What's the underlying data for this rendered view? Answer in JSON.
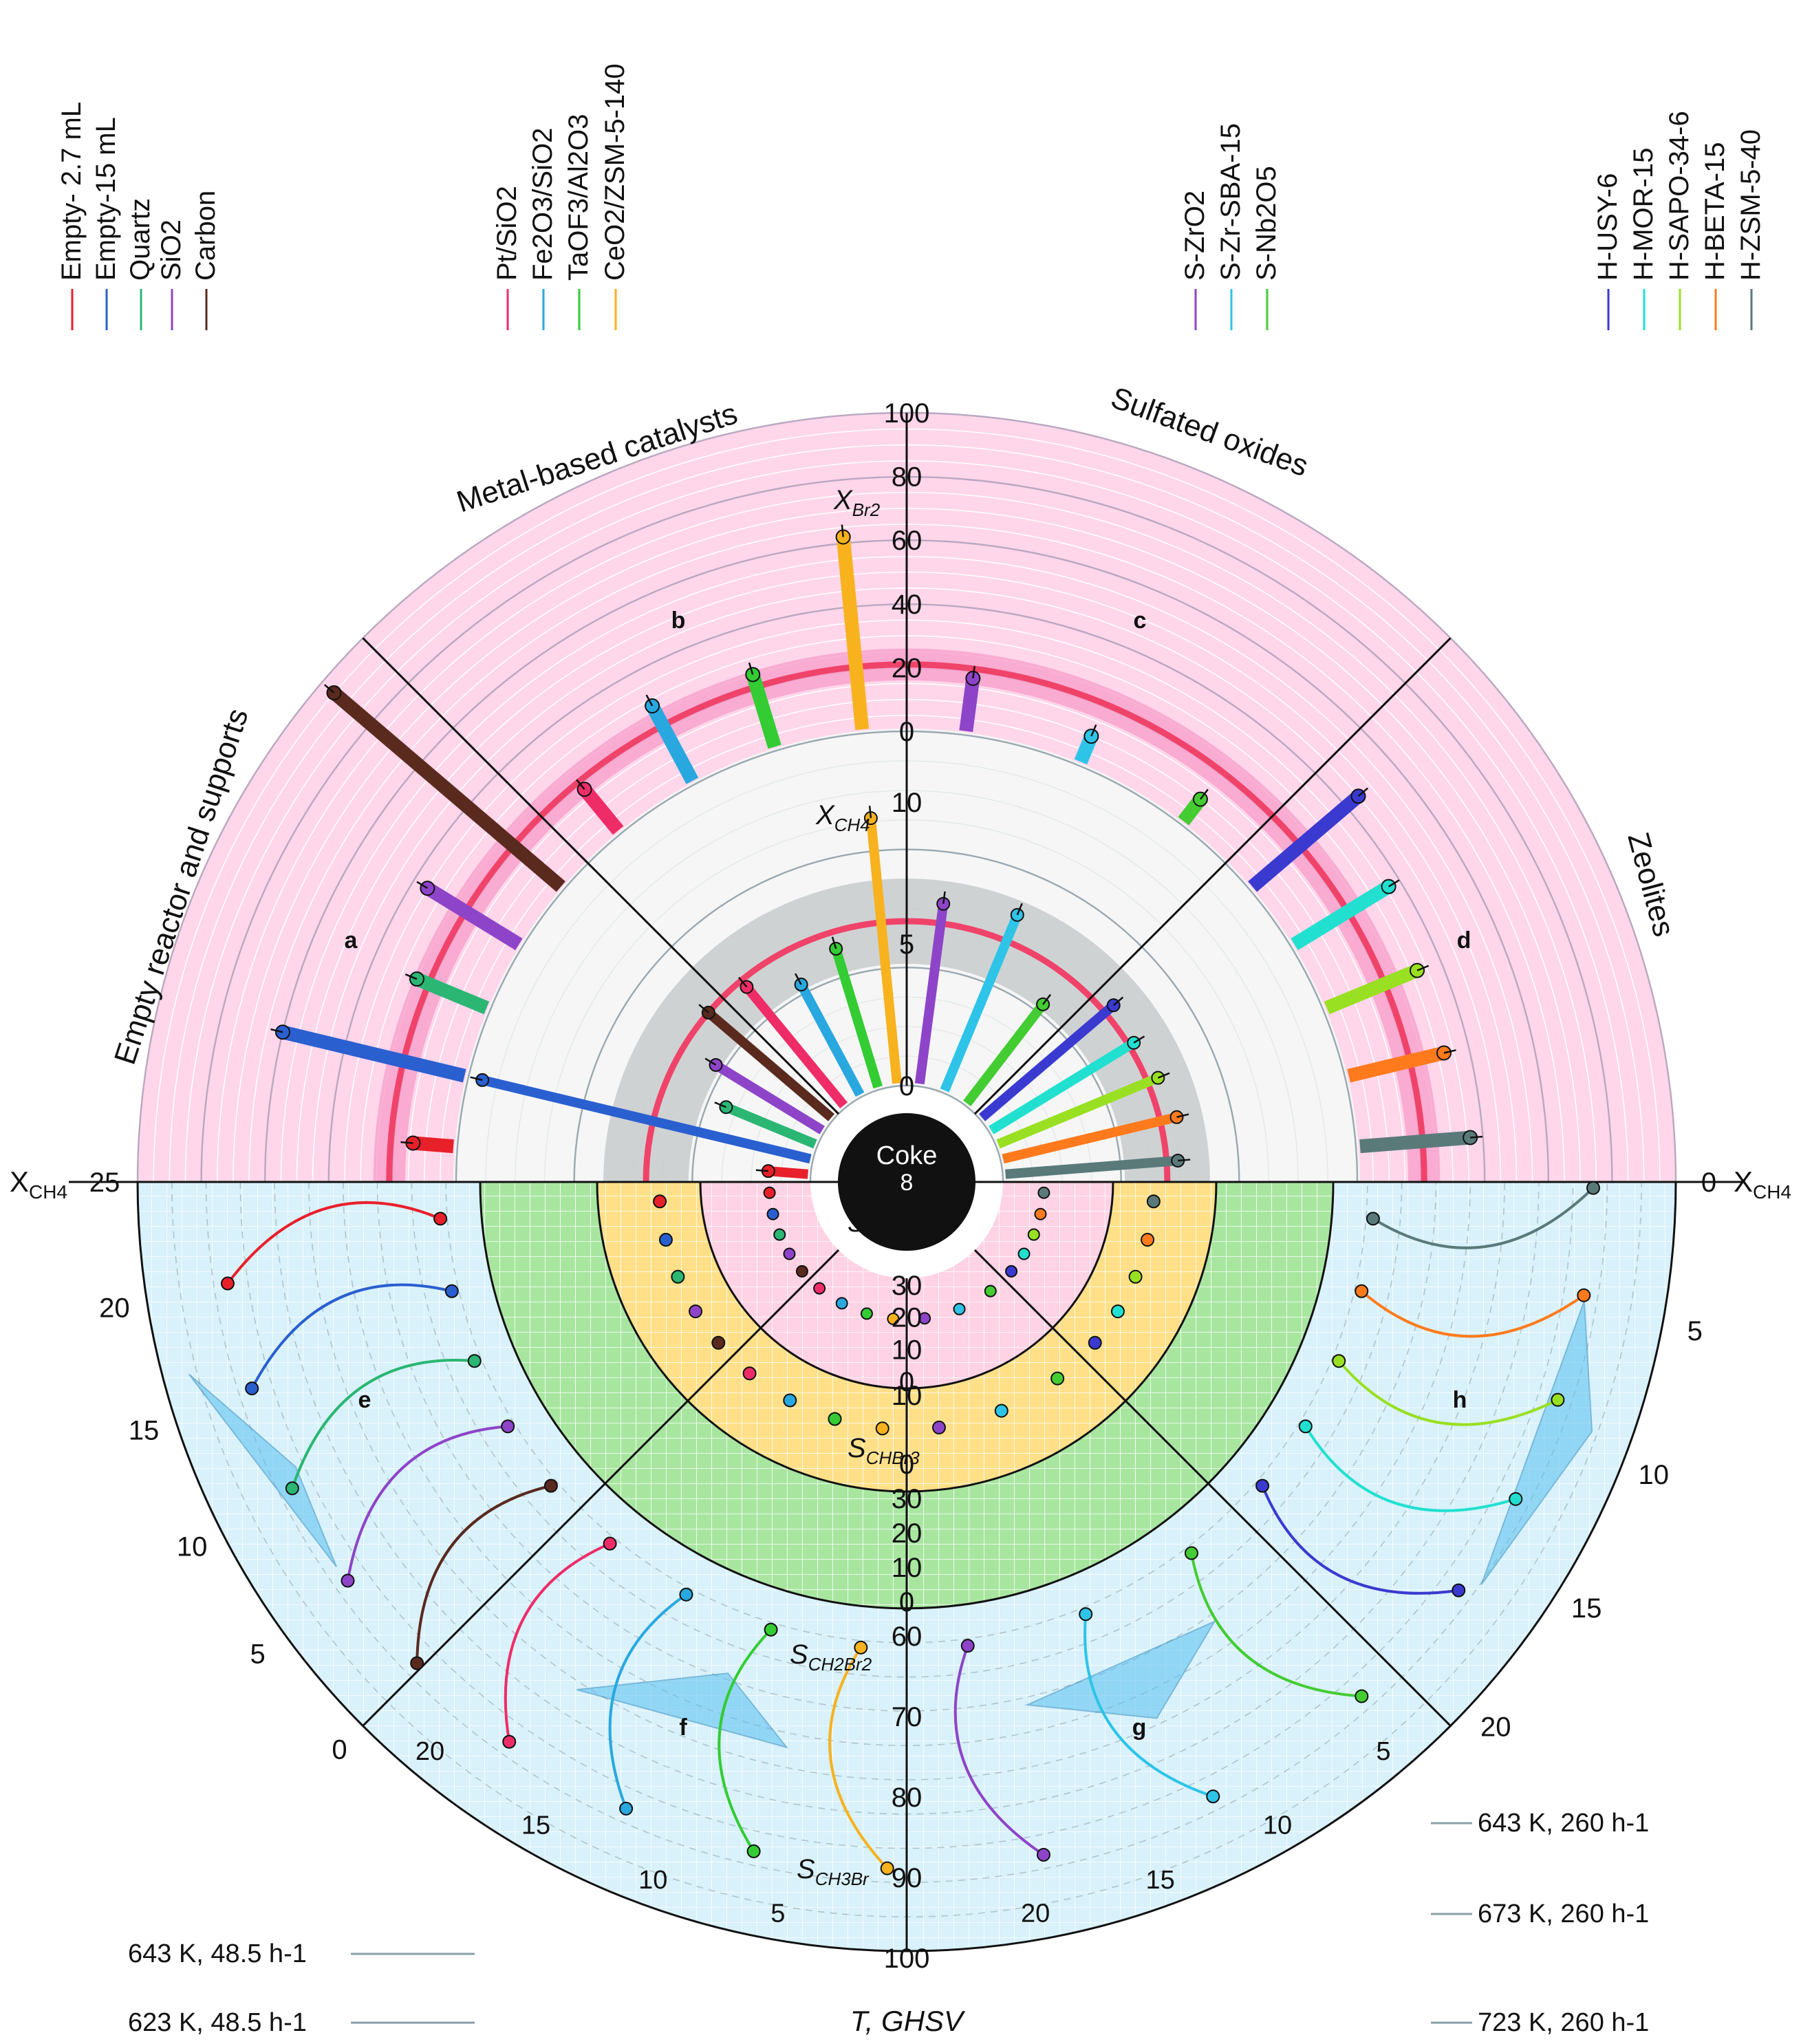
{
  "chart_data": {
    "type": "polar-bar",
    "center_label": "Coke",
    "center_tick": "8",
    "upper": {
      "xbr2_axis_label": "X_Br2",
      "xbr2_ticks": [
        "0",
        "20",
        "40",
        "60",
        "80",
        "100"
      ],
      "xch4_axis_label": "X_CH4",
      "xch4_ticks": [
        "0",
        "5",
        "10"
      ],
      "panels": [
        {
          "id": "a",
          "name": "Empty reactor and supports",
          "catalysts": [
            "Empty- 2.7 mL",
            "Empty-15 mL",
            "Quartz",
            "SiO2",
            "Carbon"
          ],
          "colors": [
            "#e8202a",
            "#2a5fd0",
            "#2bb673",
            "#8e44c8",
            "#5a2a1e"
          ],
          "xbr2": [
            14,
            60,
            25,
            35,
            95
          ],
          "xch4": [
            1.5,
            12,
            3.5,
            4.5,
            5.8
          ]
        },
        {
          "id": "b",
          "name": "Metal-based catalysts",
          "catalysts": [
            "Pt/SiO2",
            "Fe2O3/SiO2",
            "TaOF3/Al2O3",
            "CeO2/ZSM-5-140"
          ],
          "colors": [
            "#ee2d68",
            "#29a8e0",
            "#33cc33",
            "#f7b21e"
          ],
          "xbr2": [
            18,
            28,
            25,
            62
          ],
          "xch4": [
            5.5,
            4.5,
            5.2,
            9.5
          ]
        },
        {
          "id": "c",
          "name": "Sulfated oxides",
          "catalysts": [
            "S-ZrO2",
            "S-Zr-SBA-15",
            "S-Nb2O5"
          ],
          "colors": [
            "#8e44c8",
            "#2ec4e8",
            "#44cc33"
          ],
          "xbr2": [
            18,
            10,
            10
          ],
          "xch4": [
            6.5,
            6.8,
            4.5
          ]
        },
        {
          "id": "d",
          "name": "Zeolites",
          "catalysts": [
            "H-USY-6",
            "H-MOR-15",
            "H-SAPO-34-6",
            "H-BETA-15",
            "H-ZSM-5-40"
          ],
          "colors": [
            "#3a3ad0",
            "#22e0d0",
            "#99e022",
            "#ff7a1c",
            "#5a7a7a"
          ],
          "xbr2": [
            45,
            36,
            32,
            32,
            36
          ],
          "xch4": [
            6.2,
            6.0,
            6.2,
            6.4,
            6.2
          ]
        }
      ]
    },
    "lower": {
      "left_axis_label": "X_CH4",
      "left_axis_ticks": [
        "25",
        "20",
        "15",
        "10",
        "5",
        "0"
      ],
      "right_axis_label": "X_CH4",
      "right_axis_ticks": [
        "0",
        "5",
        "10",
        "15",
        "20"
      ],
      "bottom_left_ticks": [
        "20",
        "15",
        "10",
        "5"
      ],
      "bottom_right_ticks": [
        "20",
        "15",
        "10",
        "5"
      ],
      "scox_label": "S_COx",
      "scox_ticks": [
        "0",
        "10",
        "20",
        "30"
      ],
      "schbr3_label": "S_CHBr3",
      "schbr3_ticks": [
        "0",
        "10"
      ],
      "sch2br2_label": "S_CH2Br2",
      "sch2br2_ticks": [
        "0",
        "10",
        "20",
        "30"
      ],
      "sch3br_label": "S_CH3Br",
      "sch3br_ticks": [
        "60",
        "70",
        "80",
        "90",
        "100"
      ],
      "panels": [
        "e",
        "f",
        "g",
        "h"
      ],
      "bottom_axis_label": "T, GHSV"
    },
    "conditions": [
      {
        "label": "643 K, 48.5 h-1",
        "side": "left"
      },
      {
        "label": "623 K, 48.5 h-1",
        "side": "left"
      },
      {
        "label": "643 K, 260 h-1",
        "side": "right"
      },
      {
        "label": "673 K, 260 h-1",
        "side": "right"
      },
      {
        "label": "723 K, 260 h-1",
        "side": "right"
      }
    ]
  },
  "labels": {
    "group_a": "Empty reactor and supports",
    "group_b": "Metal-based catalysts",
    "group_c": "Sulfated oxides",
    "group_d": "Zeolites"
  }
}
